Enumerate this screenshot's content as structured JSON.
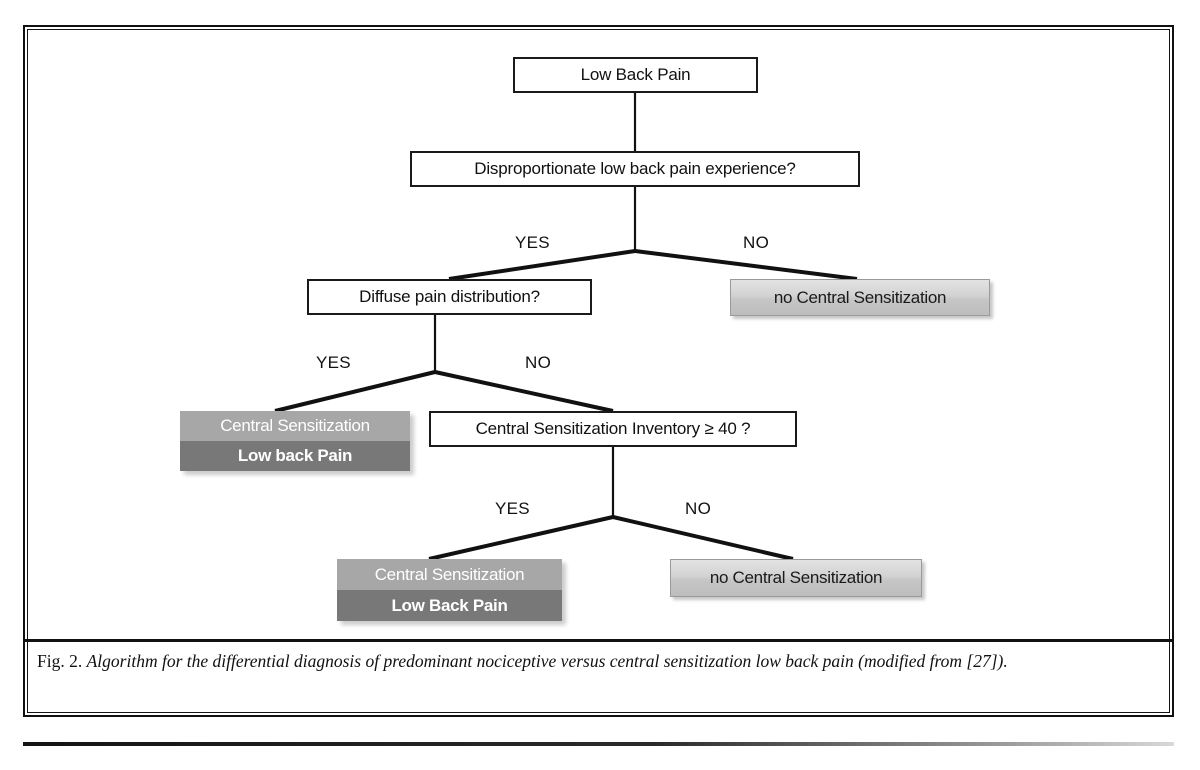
{
  "figure": {
    "caption_lead": "Fig. 2.",
    "caption_body": "Algorithm for the differential diagnosis of predominant nociceptive versus central sensitization low back pain (modified from [27])."
  },
  "diagram": {
    "type": "flowchart",
    "nodes": [
      {
        "id": "root",
        "kind": "process",
        "label": "Low Back Pain"
      },
      {
        "id": "q1",
        "kind": "decision",
        "label": "Disproportionate low back pain experience?"
      },
      {
        "id": "q2",
        "kind": "decision",
        "label": "Diffuse pain distribution?"
      },
      {
        "id": "q3",
        "kind": "decision",
        "label": "Central Sensitization Inventory ≥ 40 ?"
      },
      {
        "id": "out_no_cs_1",
        "kind": "terminal",
        "label": "no Central Sensitization"
      },
      {
        "id": "out_cs_1_top",
        "kind": "stacked",
        "label_top": "Central Sensitization",
        "label_bottom": "Low back Pain"
      },
      {
        "id": "out_cs_2_bottom",
        "kind": "stacked",
        "label_top": "Central Sensitization",
        "label_bottom": "Low Back Pain"
      },
      {
        "id": "out_no_cs_2",
        "kind": "terminal",
        "label": "no Central Sensitization"
      }
    ],
    "edge_labels": {
      "q1_yes": "YES",
      "q1_no": "NO",
      "q2_yes": "YES",
      "q2_no": "NO",
      "q3_yes": "YES",
      "q3_no": "NO"
    }
  },
  "colors": {
    "frame": "#111111",
    "box_border": "#1a1a1a",
    "terminal_fill": "#d2d2d2",
    "stacked_top": "#a7a7a7",
    "stacked_bottom": "#787878",
    "edge": "#111111"
  }
}
